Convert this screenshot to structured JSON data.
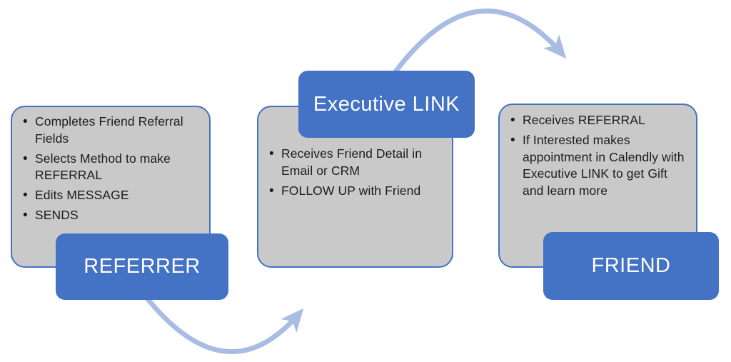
{
  "diagram": {
    "type": "process-flow",
    "stages": [
      {
        "label": "REFERRER",
        "bullets": [
          "Completes Friend Referral Fields",
          "Selects Method to make REFERRAL",
          "Edits MESSAGE",
          "SENDS"
        ]
      },
      {
        "label": "Executive LINK",
        "bullets": [
          "Receives Friend Detail in Email or CRM",
          "FOLLOW UP with Friend"
        ]
      },
      {
        "label": "FRIEND",
        "bullets": [
          "Receives REFERRAL",
          "If Interested makes appointment in Calendly with Executive LINK to get Gift and learn more"
        ]
      }
    ],
    "arrows": [
      {
        "from": "REFERRER",
        "to": "Executive LINK",
        "position": "bottom"
      },
      {
        "from": "Executive LINK",
        "to": "FRIEND",
        "position": "top"
      }
    ],
    "colors": {
      "label_fill": "#4472C4",
      "label_text": "#FFFFFF",
      "card_fill": "#C9C9C9",
      "card_border": "#4472C4",
      "bullet_text": "#1C1C1C",
      "arrow": "#A9BCE4"
    }
  }
}
